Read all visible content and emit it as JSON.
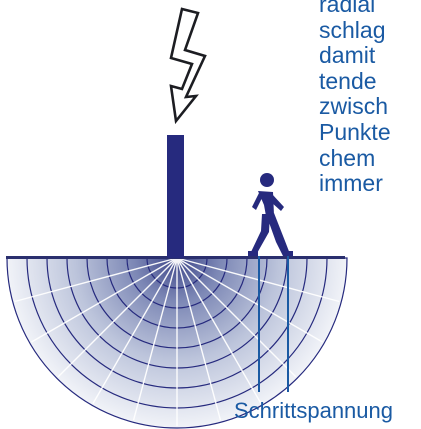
{
  "side_text_lines": [
    "radial",
    "schlag",
    "damit",
    "tende",
    "zwisch",
    "Punkte",
    "chem",
    "immer"
  ],
  "caption": "Schrittspannung",
  "colors": {
    "accent": "#1a5aa3",
    "dark_blue": "#262a7e",
    "ring_light": "#e8ebf3",
    "ring_mid": "#b8c0d8",
    "ring_dark": "#4a548f",
    "ground": "#2a2f6e"
  },
  "icons": {
    "lightning": "lightning-bolt-icon",
    "person": "walking-person-icon"
  }
}
